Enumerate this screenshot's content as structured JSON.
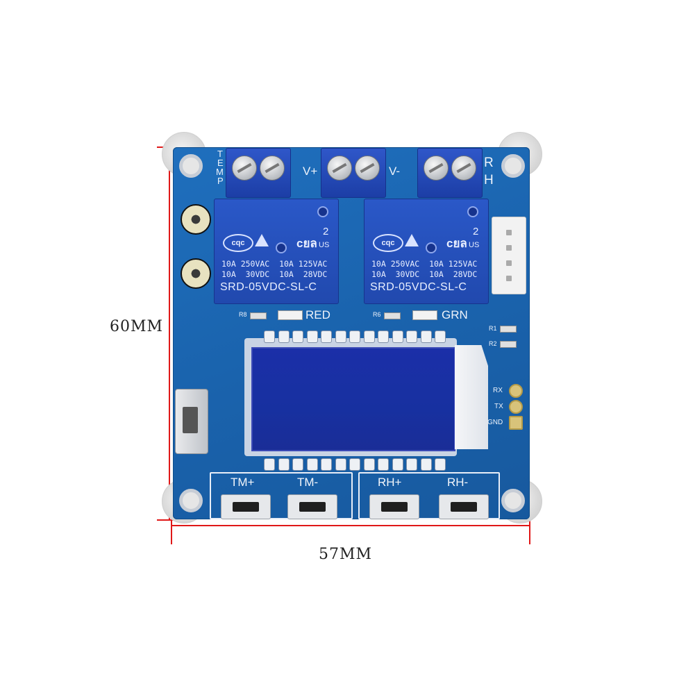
{
  "dimensions": {
    "height_label": "60MM",
    "width_label": "57MM",
    "line_color": "#e01818"
  },
  "board": {
    "color": "#1a63ad",
    "terminal_labels": {
      "temp": [
        "T",
        "E",
        "M",
        "P"
      ],
      "v_plus": "V+",
      "v_minus": "V-",
      "rh": [
        "R",
        "H"
      ]
    },
    "relays": [
      {
        "cert": "cqc",
        "ul_mark": "cยล",
        "ul_num": "2",
        "ul_us": "US",
        "spec_line1": "10A 250VAC  10A 125VAC",
        "spec_line2": "10A  30VDC  10A  28VDC",
        "model": "SRD-05VDC-SL-C"
      },
      {
        "cert": "cqc",
        "ul_mark": "cยล",
        "ul_num": "2",
        "ul_us": "US",
        "spec_line1": "10A 250VAC  10A 125VAC",
        "spec_line2": "10A  30VDC  10A  28VDC",
        "model": "SRD-05VDC-SL-C"
      }
    ],
    "leds": {
      "red_label": "RED",
      "red_ref": "R8",
      "grn_label": "GRN",
      "grn_ref": "R6"
    },
    "resistors": [
      "R1",
      "R2"
    ],
    "header": [
      "RX",
      "TX",
      "GND"
    ],
    "buttons": [
      {
        "label": "TM+"
      },
      {
        "label": "TM-"
      },
      {
        "label": "RH+"
      },
      {
        "label": "RH-"
      }
    ]
  }
}
